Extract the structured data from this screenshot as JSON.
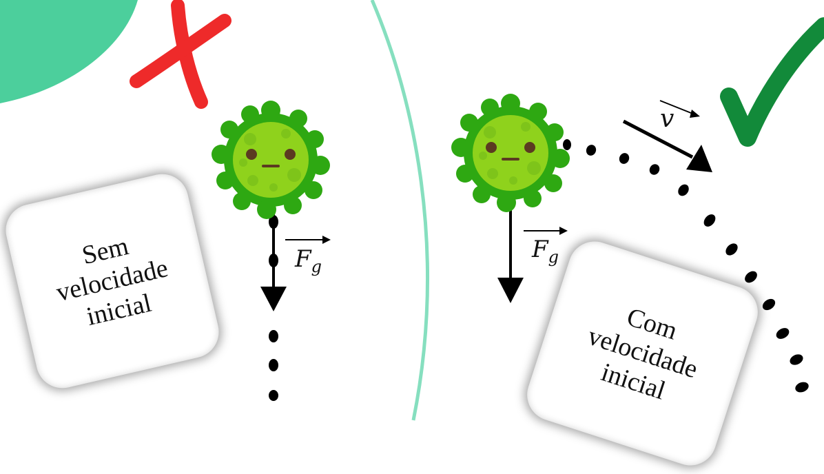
{
  "left_panel": {
    "mark": "cross-mark",
    "card_lines": [
      "Sem",
      "velocidade",
      "inicial"
    ],
    "force_label": {
      "symbol": "F",
      "subscript": "g"
    }
  },
  "right_panel": {
    "mark": "check-mark",
    "card_lines": [
      "Com",
      "velocidade",
      "inicial"
    ],
    "force_label": {
      "symbol": "F",
      "subscript": "g"
    },
    "velocity_label": "v"
  },
  "colors": {
    "teal_corner": "#4ccf9c",
    "divider": "#86dfbf",
    "cross_red": "#ee2a2a",
    "check_green": "#128a3a",
    "virus_outer": "#2ea812",
    "virus_inner": "#8fd21c",
    "virus_face": "#5b3a21",
    "arrow": "#000000"
  }
}
